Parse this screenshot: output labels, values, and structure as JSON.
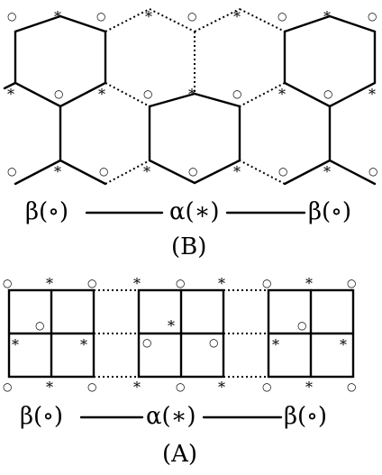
{
  "markers": {
    "circle": "○",
    "star": "*"
  },
  "panel_b": {
    "left_label": "β(∘)",
    "middle_label": "α(∗)",
    "right_label": "β(∘)",
    "caption": "(B)"
  },
  "panel_a": {
    "left_label": "β(∘)",
    "middle_label": "α(∗)",
    "right_label": "β(∘)",
    "caption": "(A)"
  }
}
